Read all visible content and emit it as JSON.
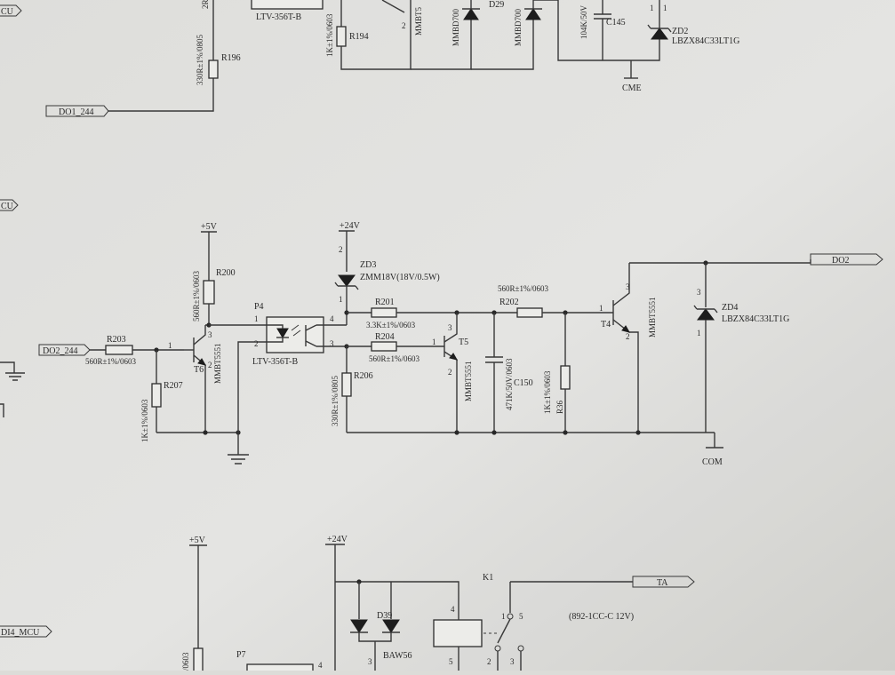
{
  "top_section": {
    "net_mcu": "CU",
    "net_do1": "DO1_244",
    "opto_part": "LTV-356T-B",
    "r196_ref": "R196",
    "r196_val": "330R±1%/0805",
    "r194_ref": "R194",
    "r194_val": "1K±1%/0603",
    "pin2": "2",
    "pin_a": "2R",
    "transistor_part": "MMBT5",
    "diode_part_a": "MMBD700",
    "diode_part_b": "MMBD700",
    "diode_ref": "D29",
    "cap_val": "104K/50V",
    "cap_ref": "C145",
    "zd_ref": "ZD2",
    "zd_part": "LBZX84C33LT1G",
    "gnd_net": "CME",
    "pin_1a": "1",
    "pin_1b": "1"
  },
  "mid_section": {
    "net_mcu": "CU",
    "net_in": "DO2_244",
    "net_out": "DO2",
    "v5": "+5V",
    "v24": "+24V",
    "r203_ref": "R203",
    "r203_val": "560R±1%/0603",
    "r207_ref": "R207",
    "r207_val": "1K±1%/0603",
    "r200_ref": "R200",
    "r200_val": "560R±1%/0603",
    "t6_ref": "T6",
    "t6_part": "MMBT5551",
    "p4_ref": "P4",
    "opto_part": "LTV-356T-B",
    "zd3_ref": "ZD3",
    "zd3_part": "ZMM18V(18V/0.5W)",
    "r201_ref": "R201",
    "r201_val": "3.3K±1%/0603",
    "r204_ref": "R204",
    "r204_val": "560R±1%/0603",
    "r206_ref": "R206",
    "r206_val": "330R±1%/0805",
    "t5_ref": "T5",
    "t5_part": "MMBT5551",
    "c150_ref": "C150",
    "c150_val": "471K/50V/0603",
    "r202_ref": "R202",
    "r202_val": "560R±1%/0603",
    "r36_ref": "R36",
    "r36_val": "1K±1%/0603",
    "t4_ref": "T4",
    "t4_part": "MMBT5551",
    "zd4_ref": "ZD4",
    "zd4_part": "LBZX84C33LT1G",
    "gnd_net": "COM",
    "pins": {
      "p1": "1",
      "p2": "2",
      "p3": "3",
      "p4": "4",
      "t6_1": "1",
      "t6_2": "2",
      "t6_3": "3",
      "t5_1": "1",
      "t5_2": "2",
      "t5_3": "3",
      "t4_1": "1",
      "t4_2": "2",
      "t4_3": "3",
      "zd3_1": "1",
      "zd3_2": "2",
      "zd4_1": "1",
      "zd4_3": "3"
    }
  },
  "bottom_section": {
    "v5": "+5V",
    "v24": "+24V",
    "relay_ref": "K1",
    "net_ta": "TA",
    "relay_part": "(892-1CC-C 12V)",
    "diode_ref": "D39",
    "diode_part": "BAW56",
    "net_mcu": "DI4_MCU",
    "p7_ref": "P7",
    "res_val": "/0603",
    "pin_4": "4",
    "pin_5": "5",
    "pin_1": "1",
    "pin_5b": "5",
    "pin_2": "2",
    "pin_3": "3",
    "pin_3b": "3",
    "pin_4b": "4"
  }
}
